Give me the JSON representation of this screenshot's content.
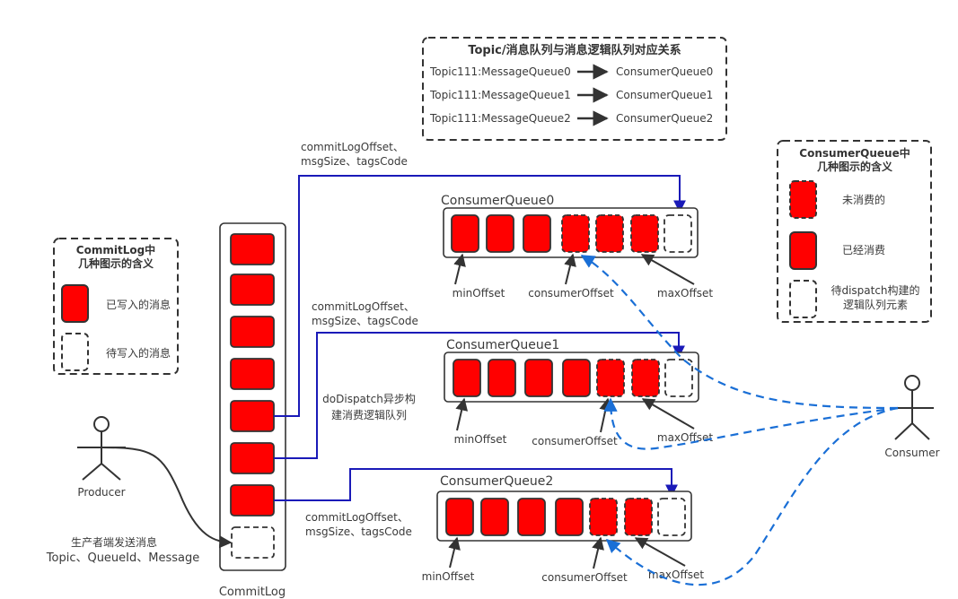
{
  "colors": {
    "message_fill": "#ff0000",
    "outline": "#333333",
    "commit_line": "#1a1ab8",
    "consumer_line": "#1a6fd6"
  },
  "mapping_box": {
    "title": "Topic/消息队列与消息逻辑队列对应关系",
    "rows": [
      {
        "from": "Topic111:MessageQueue0",
        "to": "ConsumerQueue0"
      },
      {
        "from": "Topic111:MessageQueue1",
        "to": "ConsumerQueue1"
      },
      {
        "from": "Topic111:MessageQueue2",
        "to": "ConsumerQueue2"
      }
    ]
  },
  "consumerqueue_legend": {
    "title_line1": "ConsumerQueue中",
    "title_line2": "几种图示的含义",
    "items": [
      {
        "style": "red-dashed",
        "label_line1": "未消费的",
        "label_line2": ""
      },
      {
        "style": "red-solid",
        "label_line1": "已经消费",
        "label_line2": ""
      },
      {
        "style": "empty-dashed",
        "label_line1": "待dispatch构建的",
        "label_line2": "逻辑队列元素"
      }
    ]
  },
  "commitlog_legend": {
    "title_line1": "CommitLog中",
    "title_line2": "几种图示的含义",
    "items": [
      {
        "style": "red-solid",
        "label": "已写入的消息"
      },
      {
        "style": "empty-dashed",
        "label": "待写入的消息"
      }
    ]
  },
  "commitlog": {
    "label": "CommitLog",
    "written_count": 7,
    "pending_count": 1
  },
  "producer": {
    "label": "Producer",
    "send_label_line1": "生产者端发送消息",
    "send_label_line2": "Topic、QueueId、Message"
  },
  "consumer": {
    "label": "Consumer"
  },
  "dispatch_note": {
    "line1": "doDispatch异步构",
    "line2": "建消费逻辑队列"
  },
  "consumer_queues": [
    {
      "name": "ConsumerQueue0",
      "dispatch_label_line1": "commitLogOffset、",
      "dispatch_label_line2": "msgSize、tagsCode",
      "cells": [
        "red-solid",
        "red-solid",
        "red-solid",
        "red-dashed",
        "red-dashed",
        "red-dashed",
        "empty-dashed"
      ],
      "pointers": {
        "min": "minOffset",
        "consumer": "consumerOffset",
        "max": "maxOffset"
      }
    },
    {
      "name": "ConsumerQueue1",
      "dispatch_label_line1": "commitLogOffset、",
      "dispatch_label_line2": "msgSize、tagsCode",
      "cells": [
        "red-solid",
        "red-solid",
        "red-solid",
        "red-solid",
        "red-dashed",
        "red-dashed",
        "empty-dashed"
      ],
      "pointers": {
        "min": "minOffset",
        "consumer": "consumerOffset",
        "max": "maxOffset"
      }
    },
    {
      "name": "ConsumerQueue2",
      "dispatch_label_line1": "commitLogOffset、",
      "dispatch_label_line2": "msgSize、tagsCode",
      "cells": [
        "red-solid",
        "red-solid",
        "red-solid",
        "red-solid",
        "red-dashed",
        "red-dashed",
        "empty-dashed"
      ],
      "pointers": {
        "min": "minOffset",
        "consumer": "consumerOffset",
        "max": "maxOffset"
      }
    }
  ]
}
